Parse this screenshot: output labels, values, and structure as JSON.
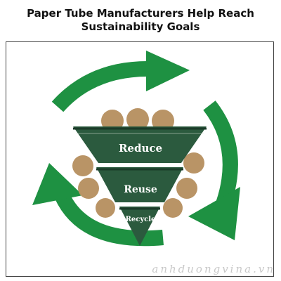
{
  "header": {
    "title_line1": "Paper Tube Manufacturers Help Reach",
    "title_line2": "Sustainability Goals"
  },
  "pyramid": {
    "levels": [
      {
        "label": "Reduce"
      },
      {
        "label": "Reuse"
      },
      {
        "label": "Recycle"
      }
    ]
  },
  "watermark": "anhduongvina.vn",
  "colors": {
    "arrow_green": "#1e9142",
    "pyramid_green": "#2b5a3e",
    "pyramid_dark": "#1a3a28",
    "circle_tan": "#b99466",
    "label_white": "#ffffff"
  }
}
